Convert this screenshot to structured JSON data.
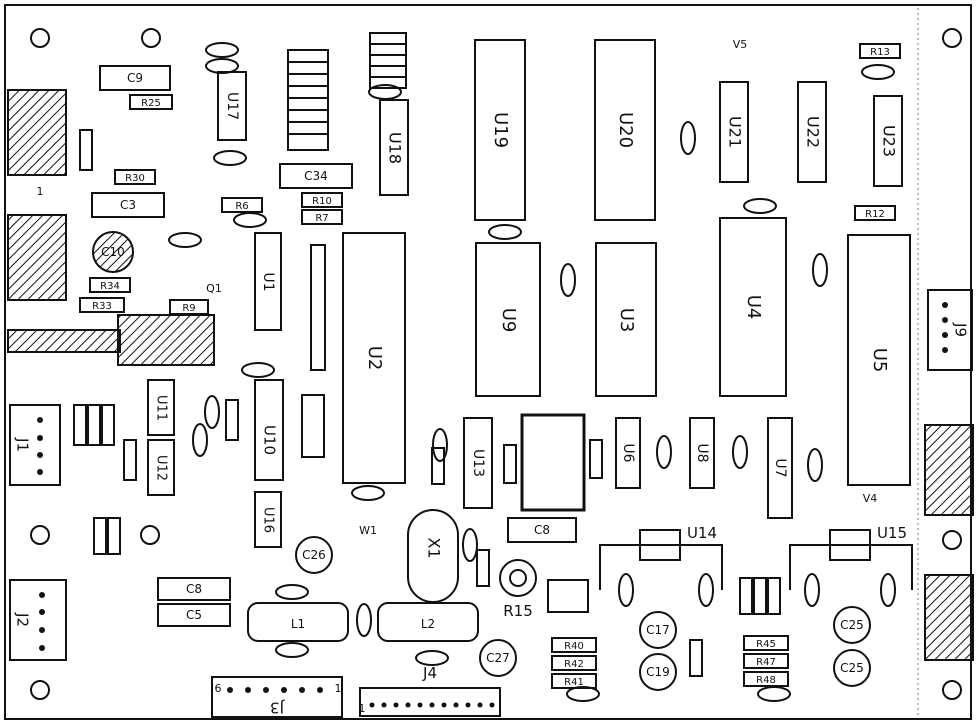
{
  "ics": [
    {
      "ref": "U19"
    },
    {
      "ref": "U20"
    },
    {
      "ref": "U21"
    },
    {
      "ref": "U22"
    },
    {
      "ref": "U23"
    },
    {
      "ref": "U17"
    },
    {
      "ref": "U18"
    },
    {
      "ref": "U1"
    },
    {
      "ref": "U2"
    },
    {
      "ref": "U9"
    },
    {
      "ref": "U3"
    },
    {
      "ref": "U4"
    },
    {
      "ref": "U5"
    },
    {
      "ref": "U11"
    },
    {
      "ref": "U12"
    },
    {
      "ref": "U10"
    },
    {
      "ref": "U16"
    },
    {
      "ref": "U13"
    },
    {
      "ref": "U6"
    },
    {
      "ref": "U8"
    },
    {
      "ref": "U7"
    }
  ],
  "regulators": [
    {
      "ref": "U14"
    },
    {
      "ref": "U15"
    }
  ],
  "connectors": [
    {
      "ref": "J9"
    },
    {
      "ref": "J1"
    },
    {
      "ref": "J2"
    },
    {
      "ref": "J3"
    },
    {
      "ref": "J4"
    }
  ],
  "crystal": {
    "ref": "X1"
  },
  "trimmer": {
    "ref": "R15"
  },
  "electrolytics": [
    {
      "ref": "C26"
    },
    {
      "ref": "C27"
    },
    {
      "ref": "C17"
    },
    {
      "ref": "C19"
    },
    {
      "ref": "C25"
    },
    {
      "ref": "C10"
    }
  ],
  "inductors": [
    {
      "ref": "L1"
    },
    {
      "ref": "L2"
    }
  ],
  "rectangular_caps": [
    {
      "ref": "C9"
    },
    {
      "ref": "C3"
    },
    {
      "ref": "C34"
    },
    {
      "ref": "C8"
    },
    {
      "ref": "C5"
    },
    {
      "ref": "C8"
    }
  ],
  "resistors": [
    {
      "ref": "R25"
    },
    {
      "ref": "R30"
    },
    {
      "ref": "R34"
    },
    {
      "ref": "R6"
    },
    {
      "ref": "R7"
    },
    {
      "ref": "R10"
    },
    {
      "ref": "R40"
    },
    {
      "ref": "R42"
    },
    {
      "ref": "R41"
    },
    {
      "ref": "R45"
    },
    {
      "ref": "R47"
    },
    {
      "ref": "R48"
    },
    {
      "ref": "R13"
    },
    {
      "ref": "R12"
    },
    {
      "ref": "R33"
    },
    {
      "ref": "R9"
    }
  ],
  "small_labels": [
    {
      "text": "Q1"
    },
    {
      "text": "W1"
    },
    {
      "text": "V4"
    },
    {
      "text": "V5"
    }
  ],
  "pin_labels": [
    {
      "text": "6"
    },
    {
      "text": "1"
    },
    {
      "text": "1"
    },
    {
      "text": "1"
    }
  ]
}
